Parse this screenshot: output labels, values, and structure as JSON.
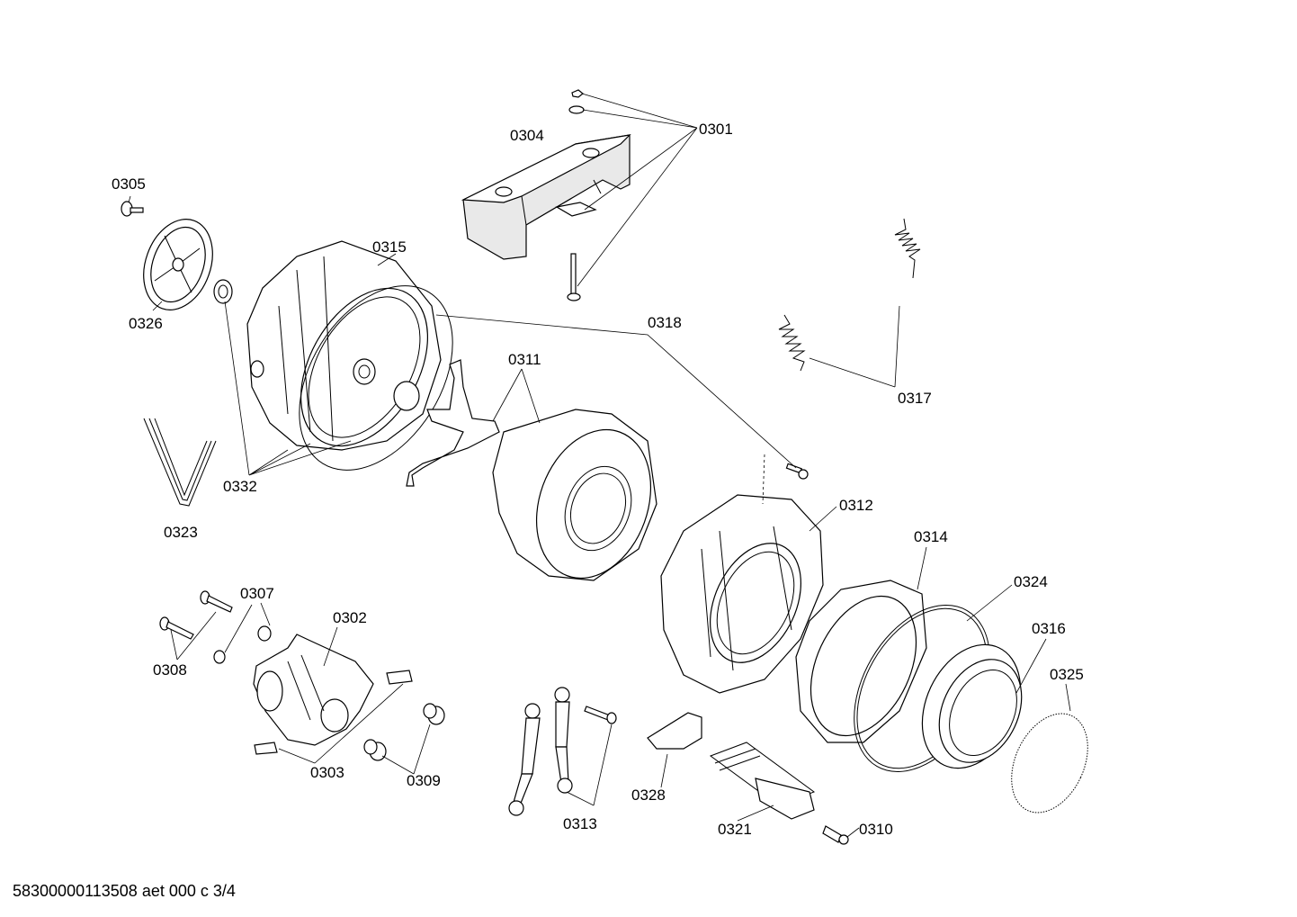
{
  "diagram": {
    "labels": {
      "p0301": "0301",
      "p0302": "0302",
      "p0303": "0303",
      "p0304": "0304",
      "p0305": "0305",
      "p0307": "0307",
      "p0308": "0308",
      "p0309": "0309",
      "p0310": "0310",
      "p0311": "0311",
      "p0312": "0312",
      "p0313": "0313",
      "p0314": "0314",
      "p0315": "0315",
      "p0316": "0316",
      "p0317": "0317",
      "p0318": "0318",
      "p0321": "0321",
      "p0323": "0323",
      "p0324": "0324",
      "p0325": "0325",
      "p0326": "0326",
      "p0328": "0328",
      "p0332": "0332"
    }
  },
  "footer": {
    "document_id": "58300000113508 aet 000 c 3/4"
  }
}
